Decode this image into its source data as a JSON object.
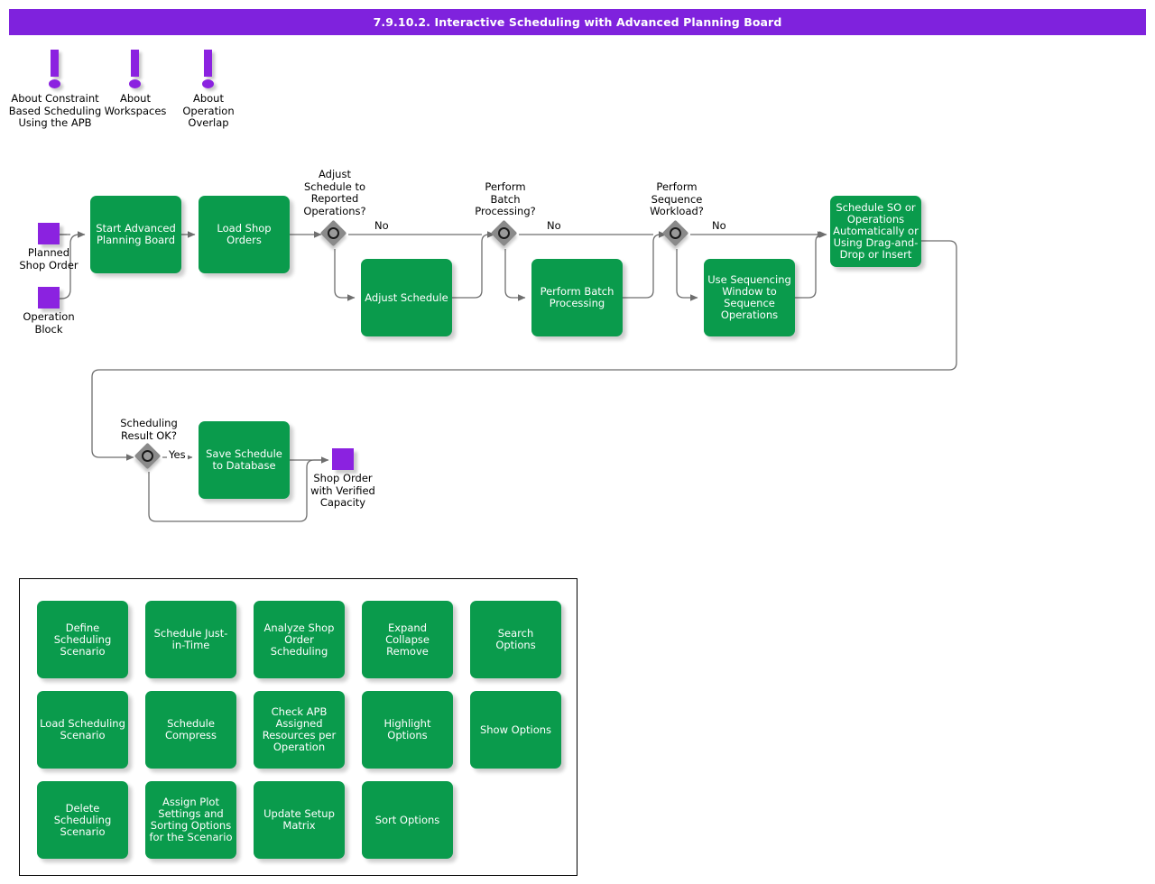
{
  "header": {
    "title": "7.9.10.2. Interactive Scheduling with Advanced Planning Board",
    "bar_color": "#7F22DD"
  },
  "colors": {
    "process_green": "#0A9B4C",
    "data_purple": "#8B22E0",
    "decision_gray": "#8A8A8A",
    "connector": "#6E6E6E",
    "text_light": "#FFFFFF",
    "text_dark": "#000000"
  },
  "info_items": [
    {
      "icon": "exclamation-icon",
      "label": "About Constraint\nBased Scheduling\nUsing the APB"
    },
    {
      "icon": "exclamation-icon",
      "label": "About\nWorkspaces"
    },
    {
      "icon": "exclamation-icon",
      "label": "About\nOperation\nOverlap"
    }
  ],
  "flow": {
    "data_nodes": [
      {
        "label": "Planned\nShop Order"
      },
      {
        "label": "Operation\nBlock"
      },
      {
        "label": "Shop Order\nwith Verified\nCapacity"
      }
    ],
    "process_nodes": [
      {
        "label": "Start Advanced\nPlanning Board"
      },
      {
        "label": "Load Shop\nOrders"
      },
      {
        "label": "Adjust Schedule"
      },
      {
        "label": "Perform Batch\nProcessing"
      },
      {
        "label": "Use Sequencing\nWindow to\nSequence\nOperations"
      },
      {
        "label": "Schedule SO or\nOperations\nAutomatically or\nUsing Drag-and-\nDrop or Insert"
      },
      {
        "label": "Save Schedule\nto Database"
      }
    ],
    "decisions": [
      {
        "label": "Adjust\nSchedule to\nReported\nOperations?",
        "branch": "No"
      },
      {
        "label": "Perform\nBatch\nProcessing?",
        "branch": "No"
      },
      {
        "label": "Perform\nSequence\nWorkload?",
        "branch": "No"
      },
      {
        "label": "Scheduling\nResult OK?",
        "branch": "Yes"
      }
    ]
  },
  "options_panel": {
    "buttons": [
      {
        "label": "Define\nScheduling\nScenario"
      },
      {
        "label": "Schedule Just-\nin-Time"
      },
      {
        "label": "Analyze Shop\nOrder\nScheduling"
      },
      {
        "label": "Expand\nCollapse\nRemove"
      },
      {
        "label": "Search\nOptions"
      },
      {
        "label": "Load Scheduling\nScenario"
      },
      {
        "label": "Schedule\nCompress"
      },
      {
        "label": "Check APB\nAssigned\nResources per\nOperation"
      },
      {
        "label": "Highlight\nOptions"
      },
      {
        "label": "Show Options"
      },
      {
        "label": "Delete\nScheduling\nScenario"
      },
      {
        "label": "Assign Plot\nSettings and\nSorting Options\nfor the Scenario"
      },
      {
        "label": "Update Setup\nMatrix"
      },
      {
        "label": "Sort Options"
      }
    ]
  }
}
